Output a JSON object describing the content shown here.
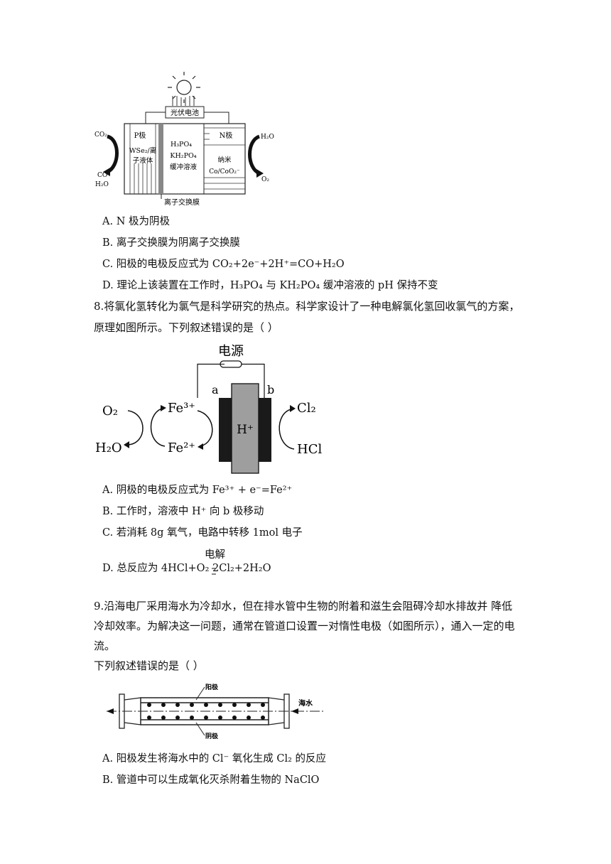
{
  "fig1": {
    "pv": "光伏电池",
    "p_label": "P极",
    "p_mat1": "WSe₂/离",
    "p_mat2": "子液体",
    "mid1": "H₃PO₄",
    "mid2": "KH₂PO₄",
    "mid3": "缓冲溶液",
    "n_label": "N极",
    "n_mat1": "纳米",
    "n_mat2": "Co/CoO₂⁻",
    "left_top": "CO₂",
    "left_bot1": "CO",
    "left_bot2": "H₂O",
    "right_top": "H₂O",
    "right_bot": "O₂",
    "membrane": "离子交换膜"
  },
  "q7": {
    "A": "A. N 极为阴极",
    "B": "B. 离子交换膜为阴离子交换膜",
    "C": "C. 阳极的电极反应式为 CO₂+2e⁻+2H⁺=CO+H₂O",
    "D": "D. 理论上该装置在工作时，H₃PO₄ 与 KH₂PO₄ 缓冲溶液的 pH 保持不变"
  },
  "q8": {
    "stem1": "8.将氯化氢转化为氯气是科学研究的热点。科学家设计了一种电解氯化氢回收氯气的方案，",
    "stem2": "原理如图所示。下列叙述错误的是（    ）",
    "fig": {
      "power": "电源",
      "a": "a",
      "b": "b",
      "o2": "O₂",
      "h2o": "H₂O",
      "fe3": "Fe³⁺",
      "fe2": "Fe²⁺",
      "h": "H⁺",
      "cl2": "Cl₂",
      "hcl": "HCl"
    },
    "A": "A. 阴极的电极反应式为  Fe³⁺ + e⁻=Fe²⁺",
    "B": "B. 工作时，溶液中  H⁺  向 b 极移动",
    "C": "C. 若消耗 8g 氧气，电路中转移 1mol 电子",
    "D_over": "电解",
    "D": "D. 总反应为  4HCl+O₂        2Cl₂+2H₂O"
  },
  "q9": {
    "stem1": "9.沿海电厂采用海水为冷却水，但在排水管中生物的附着和滋生会阻碍冷却水排故并  降低",
    "stem2": "冷却效率。为解决这一问题，通常在管道口设置一对惰性电极（如图所示），通入一定的电",
    "stem3": "流。",
    "stem4": "下列叙述错误的是（    ）",
    "fig": {
      "anode": "阳极",
      "cathode": "阴极",
      "sea": "海水"
    },
    "A": "A. 阳极发生将海水中的  Cl⁻  氧化生成  Cl₂  的反应",
    "B": "B. 管道中可以生成氧化灭杀附着生物的 NaClO"
  }
}
